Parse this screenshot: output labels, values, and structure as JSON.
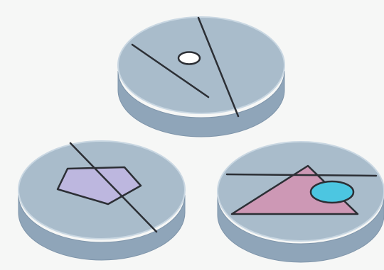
{
  "colors": {
    "background": "#f6f7f6",
    "disk_top": "#a9bccb",
    "disk_top_rim": "#c9d7e2",
    "disk_side": "#8fa5b9",
    "disk_side_dark": "#7f95aa",
    "disk_outline": "#9fb1c1",
    "line": "#2c2f35",
    "white_ellipse": "#ffffff",
    "pentagon_fill": "#bdb7df",
    "triangle_fill": "#cd98b5",
    "cyan_ellipse": "#4cc6e1"
  },
  "disks": [
    {
      "name": "disk-top",
      "contents": [
        "line",
        "line",
        "white-ellipse"
      ]
    },
    {
      "name": "disk-bottom-left",
      "contents": [
        "line",
        "pentagon"
      ]
    },
    {
      "name": "disk-bottom-right",
      "contents": [
        "line",
        "triangle",
        "cyan-ellipse"
      ]
    }
  ]
}
